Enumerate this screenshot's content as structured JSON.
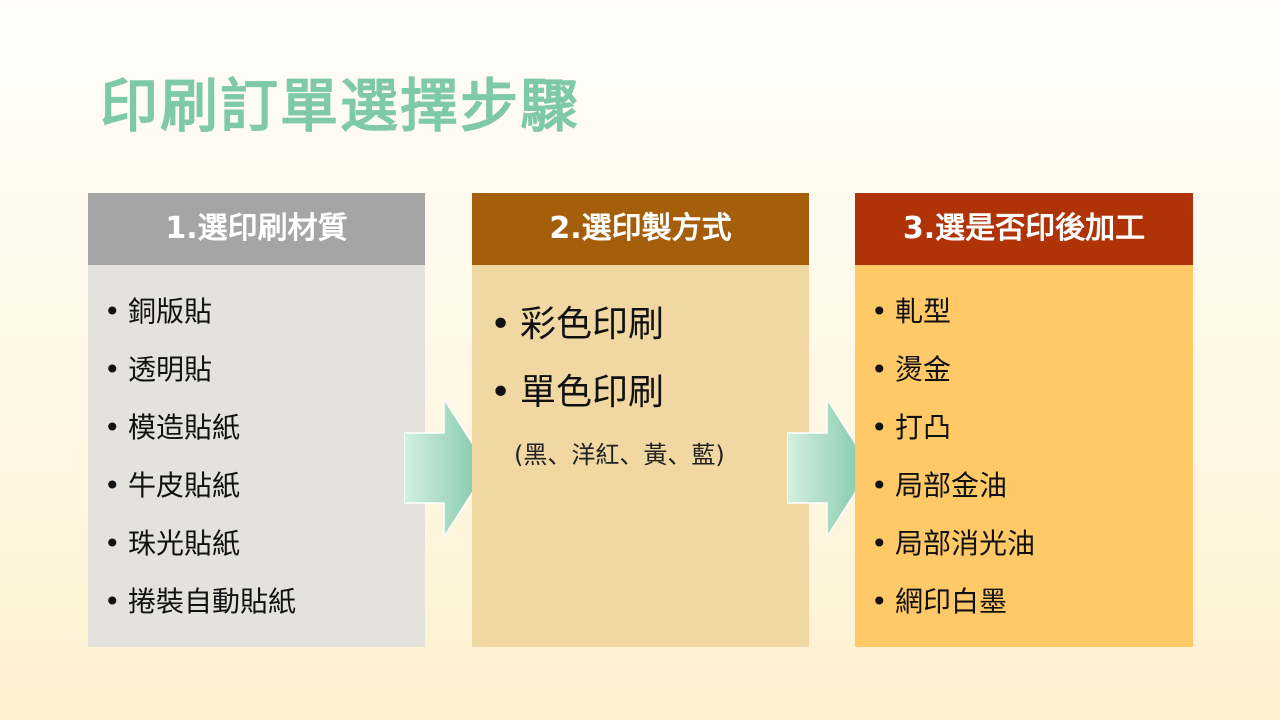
{
  "slide": {
    "title": "印刷訂單選擇步驟"
  },
  "steps": [
    {
      "header": "1.選印刷材質",
      "items": [
        "銅版貼",
        "透明貼",
        "模造貼紙",
        "牛皮貼紙",
        "珠光貼紙",
        "捲裝自動貼紙"
      ],
      "header_color": "#a5a5a5",
      "body_color": "#e4e2dd"
    },
    {
      "header": "2.選印製方式",
      "items": [
        "彩色印刷",
        "單色印刷"
      ],
      "note": "(黑、洋紅、黃、藍)",
      "header_color": "#a55e0a",
      "body_color": "#f1d7a2"
    },
    {
      "header": "3.選是否印後加工",
      "items": [
        "軋型",
        "燙金",
        "打凸",
        "局部金油",
        "局部消光油",
        "網印白墨"
      ],
      "header_color": "#b03207",
      "body_color": "#fec966"
    }
  ],
  "colors": {
    "title": "#7ec9a6",
    "arrow_light": "#cdeee0",
    "arrow_dark": "#7fc6a4"
  },
  "icons": [
    "arrow-right-icon",
    "arrow-right-icon"
  ]
}
